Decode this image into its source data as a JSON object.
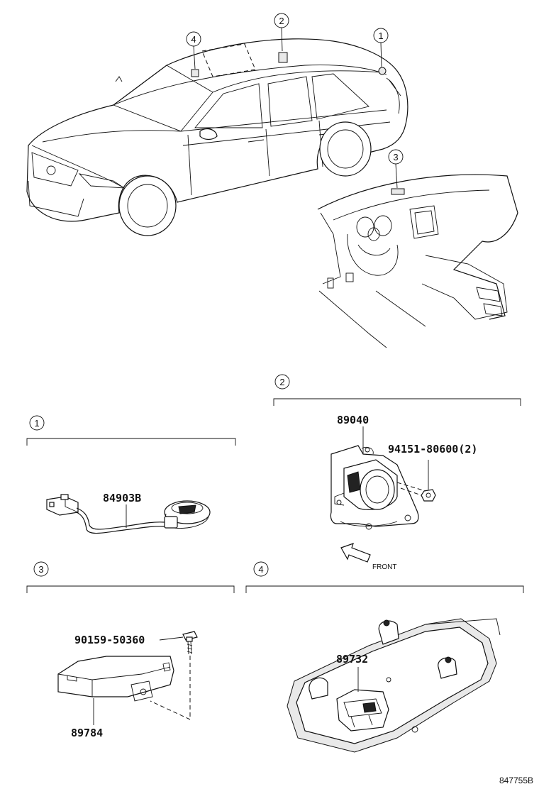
{
  "callouts": {
    "c1": "1",
    "c2": "2",
    "c3": "3",
    "c4": "4"
  },
  "parts": {
    "p84903b": "84903B",
    "p89040": "89040",
    "p94151": "94151-80600(2)",
    "p90159": "90159-50360",
    "p89784": "89784",
    "p89732": "89732"
  },
  "front_label": "FRONT",
  "diagram_ref": "847755B"
}
